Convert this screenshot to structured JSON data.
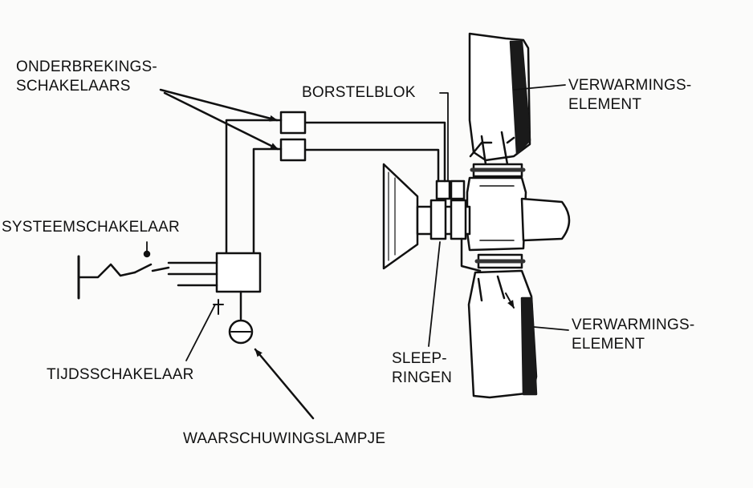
{
  "labels": {
    "interrupt_switches": {
      "line1": "ONDERBREKINGS-",
      "line2": "SCHAKELAARS"
    },
    "brush_block": "BORSTELBLOK",
    "heating_element_top": {
      "line1": "VERWARMINGS-",
      "line2": "ELEMENT"
    },
    "system_switch": "SYSTEEMSCHAKELAAR",
    "heating_element_bottom": {
      "line1": "VERWARMINGS-",
      "line2": "ELEMENT"
    },
    "slip_rings": {
      "line1": "SLEEP-",
      "line2": "RINGEN"
    },
    "timer_switch": "TIJDSSCHAKELAAR",
    "warning_lamp": "WAARSCHUWINGSLAMPJE"
  },
  "colors": {
    "ink": "#111111",
    "paper": "#fbfbfa",
    "heater": "#1a1a1a"
  }
}
